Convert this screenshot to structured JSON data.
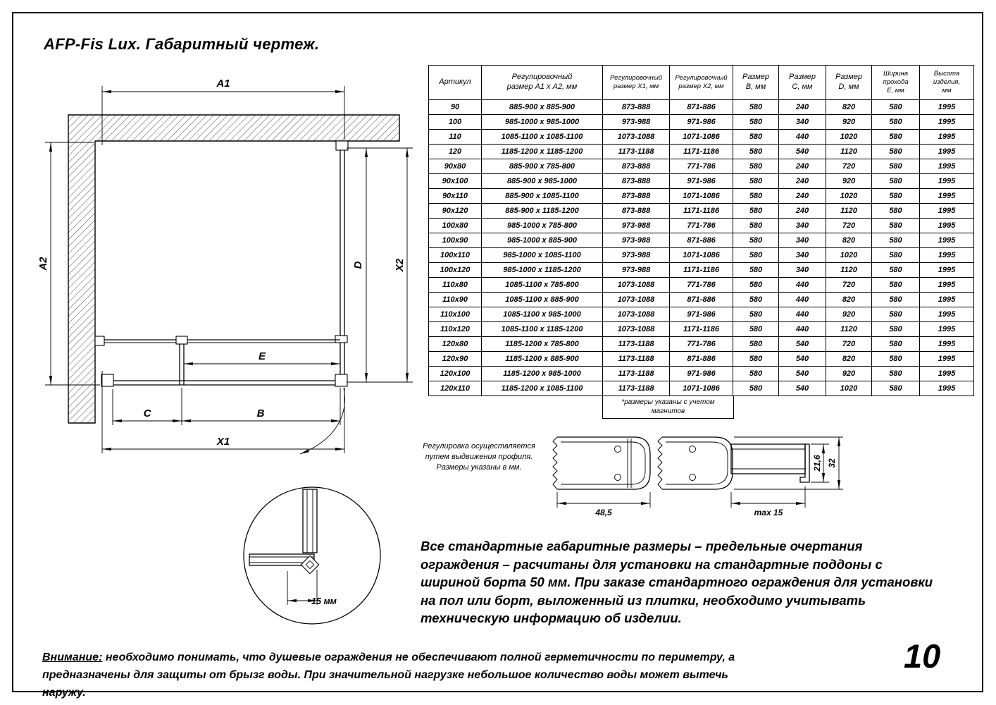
{
  "page": {
    "title": "AFP-Fis Lux. Габаритный чертеж.",
    "page_number": "10"
  },
  "table": {
    "headers": [
      "Артикул",
      "Регулировочный\nразмер A1 х A2, мм",
      "Регулировочный\nразмер X1, мм",
      "Регулировочный\nразмер X2, мм",
      "Размер\nB, мм",
      "Размер\nC, мм",
      "Размер\nD, мм",
      "Ширина\nпрохода\nE, мм",
      "Высота\nизделия,\nмм"
    ],
    "rows": [
      [
        "90",
        "885-900 х 885-900",
        "873-888",
        "871-886",
        "580",
        "240",
        "820",
        "580",
        "1995"
      ],
      [
        "100",
        "985-1000 х 985-1000",
        "973-988",
        "971-986",
        "580",
        "340",
        "920",
        "580",
        "1995"
      ],
      [
        "110",
        "1085-1100 х 1085-1100",
        "1073-1088",
        "1071-1086",
        "580",
        "440",
        "1020",
        "580",
        "1995"
      ],
      [
        "120",
        "1185-1200 х 1185-1200",
        "1173-1188",
        "1171-1186",
        "580",
        "540",
        "1120",
        "580",
        "1995"
      ],
      [
        "90x80",
        "885-900 х 785-800",
        "873-888",
        "771-786",
        "580",
        "240",
        "720",
        "580",
        "1995"
      ],
      [
        "90x100",
        "885-900 х 985-1000",
        "873-888",
        "971-986",
        "580",
        "240",
        "920",
        "580",
        "1995"
      ],
      [
        "90x110",
        "885-900 х 1085-1100",
        "873-888",
        "1071-1086",
        "580",
        "240",
        "1020",
        "580",
        "1995"
      ],
      [
        "90x120",
        "885-900 х 1185-1200",
        "873-888",
        "1171-1186",
        "580",
        "240",
        "1120",
        "580",
        "1995"
      ],
      [
        "100x80",
        "985-1000 х 785-800",
        "973-988",
        "771-786",
        "580",
        "340",
        "720",
        "580",
        "1995"
      ],
      [
        "100x90",
        "985-1000 х 885-900",
        "973-988",
        "871-886",
        "580",
        "340",
        "820",
        "580",
        "1995"
      ],
      [
        "100x110",
        "985-1000 х 1085-1100",
        "973-988",
        "1071-1086",
        "580",
        "340",
        "1020",
        "580",
        "1995"
      ],
      [
        "100x120",
        "985-1000 х 1185-1200",
        "973-988",
        "1171-1186",
        "580",
        "340",
        "1120",
        "580",
        "1995"
      ],
      [
        "110x80",
        "1085-1100 х 785-800",
        "1073-1088",
        "771-786",
        "580",
        "440",
        "720",
        "580",
        "1995"
      ],
      [
        "110x90",
        "1085-1100 х 885-900",
        "1073-1088",
        "871-886",
        "580",
        "440",
        "820",
        "580",
        "1995"
      ],
      [
        "110x100",
        "1085-1100 х 985-1000",
        "1073-1088",
        "971-986",
        "580",
        "440",
        "920",
        "580",
        "1995"
      ],
      [
        "110x120",
        "1085-1100 х 1185-1200",
        "1073-1088",
        "1171-1186",
        "580",
        "440",
        "1120",
        "580",
        "1995"
      ],
      [
        "120x80",
        "1185-1200 х 785-800",
        "1173-1188",
        "771-786",
        "580",
        "540",
        "720",
        "580",
        "1995"
      ],
      [
        "120x90",
        "1185-1200 х 885-900",
        "1173-1188",
        "871-886",
        "580",
        "540",
        "820",
        "580",
        "1995"
      ],
      [
        "120x100",
        "1185-1200 х 985-1000",
        "1173-1188",
        "971-986",
        "580",
        "540",
        "920",
        "580",
        "1995"
      ],
      [
        "120x110",
        "1185-1200 х 1085-1100",
        "1173-1188",
        "1071-1086",
        "580",
        "540",
        "1020",
        "580",
        "1995"
      ]
    ],
    "footnote": "*размеры указаны с учетом магнитов"
  },
  "drawing": {
    "labels": {
      "a1": "A1",
      "a2": "A2",
      "x1": "X1",
      "x2": "X2",
      "b": "B",
      "c": "C",
      "d": "D",
      "e": "E",
      "detail": "15 мм"
    }
  },
  "profiles": {
    "note": "Регулировка осуществляется\nпутем выдвижения профиля.\nРазмеры указаны в мм.",
    "dim_width": "48,5",
    "dim_thickness": "21,6",
    "dim_height": "32",
    "dim_max": "max 15"
  },
  "paragraph": "Все стандартные габаритные размеры – предельные очертания ограждения – расчитаны для установки на стандартные поддоны с шириной борта 50 мм. При заказе стандартного ограждения для установки на пол или борт, выложенный из плитки, необходимо учитывать техническую информацию об изделии.",
  "warning": {
    "label": "Внимание:",
    "text": " необходимо понимать, что душевые ограждения не обеспечивают полной герметичности по периметру, а предназначены для защиты от брызг воды. При значительной нагрузке небольшое количество воды может вытечь наружу."
  }
}
